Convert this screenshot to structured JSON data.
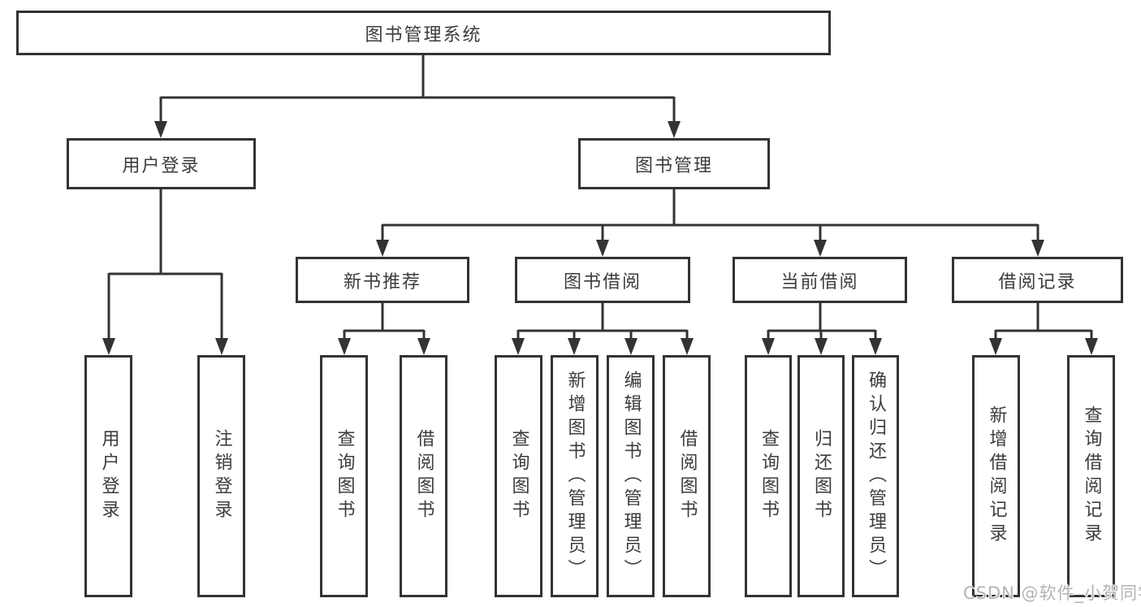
{
  "tree": {
    "root": {
      "label": "图书管理系统"
    },
    "branches": [
      {
        "label": "用户登录",
        "children": [
          "用户登录",
          "注销登录"
        ]
      },
      {
        "label": "图书管理",
        "groups": [
          {
            "label": "新书推荐",
            "children": [
              "查询图书",
              "借阅图书"
            ]
          },
          {
            "label": "图书借阅",
            "children": [
              "查询图书",
              "新增图书（管理员）",
              "编辑图书（管理员）",
              "借阅图书"
            ]
          },
          {
            "label": "当前借阅",
            "children": [
              "查询图书",
              "归还图书",
              "确认归还（管理员）"
            ]
          },
          {
            "label": "借阅记录",
            "children": [
              "新增借阅记录",
              "查询借阅记录"
            ]
          }
        ]
      }
    ]
  },
  "watermark": "CSDN @软件_小贺同学",
  "colors": {
    "line": "#333333",
    "text": "#3c3c3c",
    "watermark": "#b3b3b3",
    "background": "#ffffff"
  }
}
